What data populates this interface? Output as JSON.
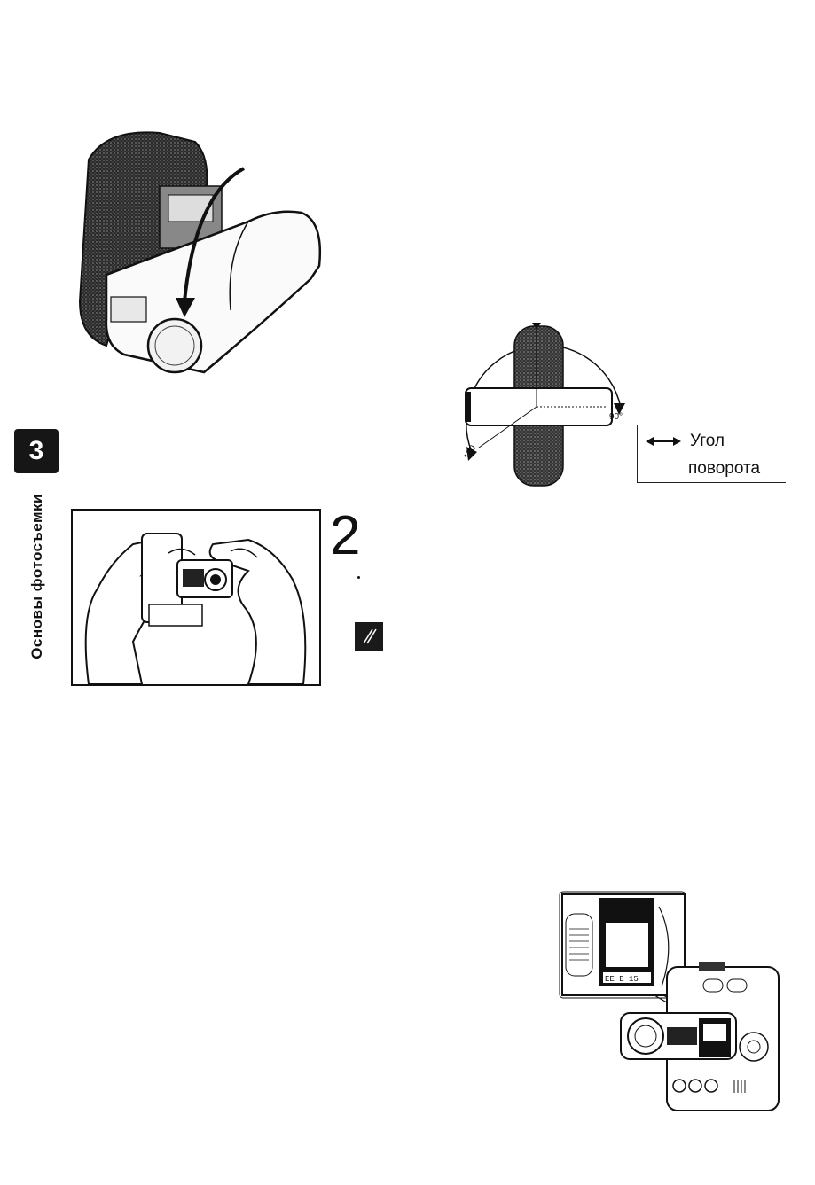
{
  "chapter": {
    "number": "3",
    "title": "Основы фотосъемки"
  },
  "rotation_diagram": {
    "angle_left": "120",
    "angle_right": "90°"
  },
  "legend": {
    "line1": "Угол",
    "line2": "поворота"
  },
  "step": {
    "number": "2"
  },
  "icons": {
    "note": "pencil-note-icon",
    "legend_arrow": "double-arrow-icon"
  }
}
